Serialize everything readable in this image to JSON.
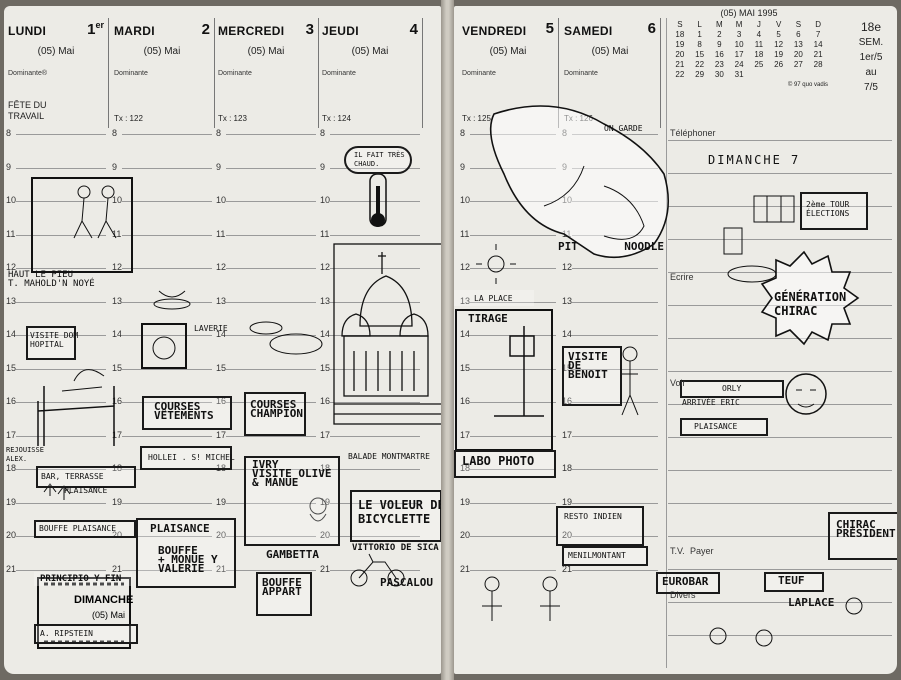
{
  "days_left": [
    {
      "name": "LUNDI",
      "num": "1",
      "sup": "er",
      "month": "(05) Mai",
      "dom": "Dominante®",
      "fete": "FÊTE DU TRAVAIL",
      "tx": ""
    },
    {
      "name": "MARDI",
      "num": "2",
      "sup": "",
      "month": "(05) Mai",
      "dom": "Dominante",
      "fete": "",
      "tx": "Tx : 122"
    },
    {
      "name": "MERCREDI",
      "num": "3",
      "sup": "",
      "month": "(05) Mai",
      "dom": "Dominante",
      "fete": "",
      "tx": "Tx : 123"
    },
    {
      "name": "JEUDI",
      "num": "4",
      "sup": "",
      "month": "(05) Mai",
      "dom": "Dominante",
      "fete": "",
      "tx": "Tx : 124"
    }
  ],
  "days_right": [
    {
      "name": "VENDREDI",
      "num": "5",
      "month": "(05) Mai",
      "dom": "Dominante",
      "tx": "Tx : 125"
    },
    {
      "name": "SAMEDI",
      "num": "6",
      "month": "(05) Mai",
      "dom": "Dominante",
      "tx": "Tx : 126"
    }
  ],
  "hours": [
    "8",
    "9",
    "10",
    "11",
    "12",
    "13",
    "14",
    "15",
    "16",
    "17",
    "18",
    "19",
    "20",
    "21"
  ],
  "mini_calendar": {
    "title": "(05) MAI 1995",
    "headers": [
      "S",
      "L",
      "M",
      "M",
      "J",
      "V",
      "S",
      "D"
    ],
    "rows": [
      [
        "18",
        "1",
        "2",
        "3",
        "4",
        "5",
        "6",
        "7"
      ],
      [
        "19",
        "8",
        "9",
        "10",
        "11",
        "12",
        "13",
        "14"
      ],
      [
        "20",
        "15",
        "16",
        "17",
        "18",
        "19",
        "20",
        "21"
      ],
      [
        "21",
        "22",
        "23",
        "24",
        "25",
        "26",
        "27",
        "28"
      ],
      [
        "22",
        "29",
        "30",
        "31",
        "",
        "",
        "",
        ""
      ]
    ],
    "footer": "© 97 quo vadis"
  },
  "week": {
    "num": "18e",
    "sem": "SEM.",
    "from": "1er/5",
    "au": "au",
    "to": "7/5"
  },
  "dimanche_left": {
    "name": "DIMANCHE",
    "month": "(05) Mai"
  },
  "right_labels": {
    "telephoner": "Téléphoner",
    "ecrire": "Ecrire",
    "voir": "Voir",
    "tv": "T.V.",
    "payer": "Payer",
    "divers": "Divers"
  },
  "notes": {
    "monday_top": "HAUT LE PIEU\nT. MAHOLD'N NOYÉ",
    "visite": "VISITE DOM\nHOPITAL",
    "rejouisse": "REJOUISSE\nALEX.",
    "bar": "BAR, TERRASSE",
    "plaisance1": "PLAISANCE",
    "bouffe_plaisance": "BOUFFE PLAISANCE",
    "principio": "PRINCIPIO Y FIN",
    "a_ripstein": "A. RIPSTEIN",
    "courses": "COURSES\nVÊTEMENTS",
    "hollei": "HOLLEI . S! MICHEL",
    "plaisance2": "PLAISANCE",
    "bouffe": "BOUFFE\n+ MONUE Y\nVALERIE",
    "laverie": "LAVERIE",
    "courses_champion": "COURSES\nCHAMPION",
    "ivry": "IVRY\nVISITE OLIVE\n& MANUE",
    "gambetta": "GAMBETTA",
    "bouffe_appart": "BOUFFE\nAPPART",
    "il_fait": "IL FAIT TRÈS\nCHAUD.",
    "balade": "BALADE MONTMARTRE",
    "voleur": "LE VOLEUR DE\nBICYCLETTE",
    "vittorio": "VITTORIO DE SICA",
    "pascalou": "PASCALOU",
    "on_garde": "ON GARDE",
    "pit_noodle": "PIT       NOODLE",
    "la_place": "LA PLACE",
    "tirage": "TIRAGE",
    "labo": "LABO PHOTO",
    "visite_benoit": "VISITE\nDE\nBENOIT",
    "resto": "RESTO INDIEN",
    "menilmontant": "MENILMONTANT",
    "eurobar": "EUROBAR",
    "dimanche7": "DIMANCHE 7",
    "elections": "2ème TOUR\nÉLECTIONS",
    "generation": "GÉNÉRATION\nCHIRAC",
    "orly": "ORLY",
    "arrivee": "ARRIVÉE ERIC",
    "plaisance3": "PLAISANCE",
    "chirac": "CHIRAC\nPRÉSIDENT",
    "teuf": "TEUF",
    "laplace": "LAPLACE"
  }
}
